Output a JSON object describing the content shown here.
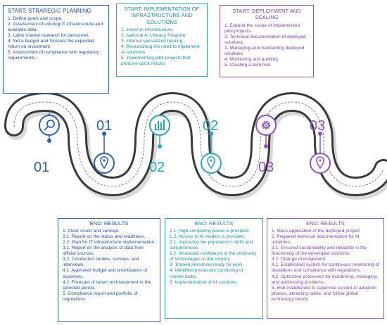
{
  "colors": {
    "blue": "#2a5fb8",
    "teal": "#27a8b8",
    "purple": "#9050c8",
    "road": "#3a3a3a"
  },
  "stage1": {
    "number": "01",
    "icon": "search-icon",
    "start_title": "START: STRAREGIC PLANNING",
    "start_items": [
      "1. Define goals and scope.",
      "2. Assessment of existing IT infrastructure and available data.",
      "3. Labor market research for personnel.",
      "4. Set a budget and forecast the expected return on investment.",
      "5. Assessment of compliance with regulatory requirements."
    ],
    "end_title": "END: RESULTS",
    "end_items": [
      "1. Clear vision and concept.",
      "2.1. Report on the status and readiness.",
      "2.2. Plan for IT infrastructure implementation.",
      "3.1. Report on the analysis of data from official sources.",
      "3.2. Conducted studies, surveys, and interviews.",
      "4.1. Approved budget and prioritization of expenses.",
      "4.2. Forecast of return on investment in the selected period.",
      "5. Compliance report and portfolio of regulations"
    ]
  },
  "stage2": {
    "number": "02",
    "icon": "bar-chart-icon",
    "start_title": "START: IMPLEMENTATION OF INFRASTRUCTURE AND SOLUTIONS",
    "start_items": [
      "1. Invest in infrastructure.",
      "2. National AI Literacy Program.",
      "3. Internal specialized training",
      "4. Researching the need to implement AI solutions.",
      "5. Implementing pilot projects that produce quick results."
    ],
    "end_title": "END: RESULTS",
    "end_items": [
      "1.1. High computing power is provided.",
      "1.2. Access to AI models is provided.",
      "2.1. Improving the population's skills and competencies.",
      "2.2. Increased confidence in the continuity of technologies in the country.",
      "3. Trained personnel ready for work.",
      "4. Identified processes consisting of routine tasks.",
      "5. Implementation of AI solutions."
    ]
  },
  "stage3": {
    "number": "03",
    "icon": "gear-icon",
    "start_title": "START: DEPLOYMENT AND SCALING",
    "start_items": [
      "1. Expand the scope of implemented pilot projects.",
      "2. Technical documentation of deployed solutions.",
      "3. Managing and maintaining deployed solutions.",
      "4. Monitoring and auditing.",
      "5. Creating a tech hub."
    ],
    "end_title": "END: RESULTS",
    "end_items": [
      "1. Mass application of the deployed project.",
      "2. Prepared technical documentation for AI solutions.",
      "3.1. Ensured sustainability and reliability in the functioning of the developed solutions.",
      "3.2. Change management.",
      "4.1. Established system for continuous monitoring of deviations and compliance with regulations.",
      "4.2. Optimized processes for monitoring, managing, and addressing problems.",
      "5. Hub established to supervise current AI adoption phases, attracting talent, and follow global technology trends."
    ]
  }
}
